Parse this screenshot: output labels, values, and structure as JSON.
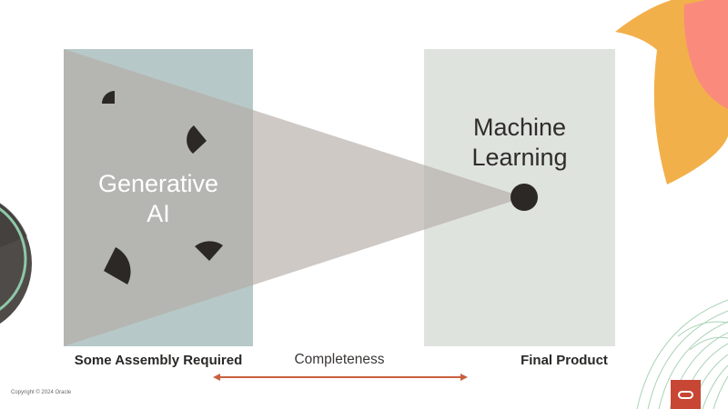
{
  "diagram": {
    "left_box": {
      "title_line1": "Generative",
      "title_line2": "AI",
      "caption": "Some Assembly Required"
    },
    "right_box": {
      "title_line1": "Machine",
      "title_line2": "Learning",
      "caption": "Final Product"
    },
    "axis": {
      "label": "Completeness",
      "direction": "bidirectional"
    },
    "colors": {
      "left_box": "#b7c8c8",
      "right_box": "#dfe3de",
      "funnel": "#b3aca6",
      "dark_shapes": "#2b2826",
      "arrow": "#c8603f",
      "orange_decor": "#f2b04b",
      "pink_decor": "#fa8a7c",
      "green_decor": "#8fc8a8",
      "brand_red": "#c74634"
    },
    "fragments": [
      "quarter-wedge",
      "quarter-wedge",
      "quarter-wedge",
      "quarter-wedge"
    ]
  },
  "footer": {
    "copyright": "Copyright © 2024 Oracle",
    "logo": "oracle-logo-icon"
  }
}
